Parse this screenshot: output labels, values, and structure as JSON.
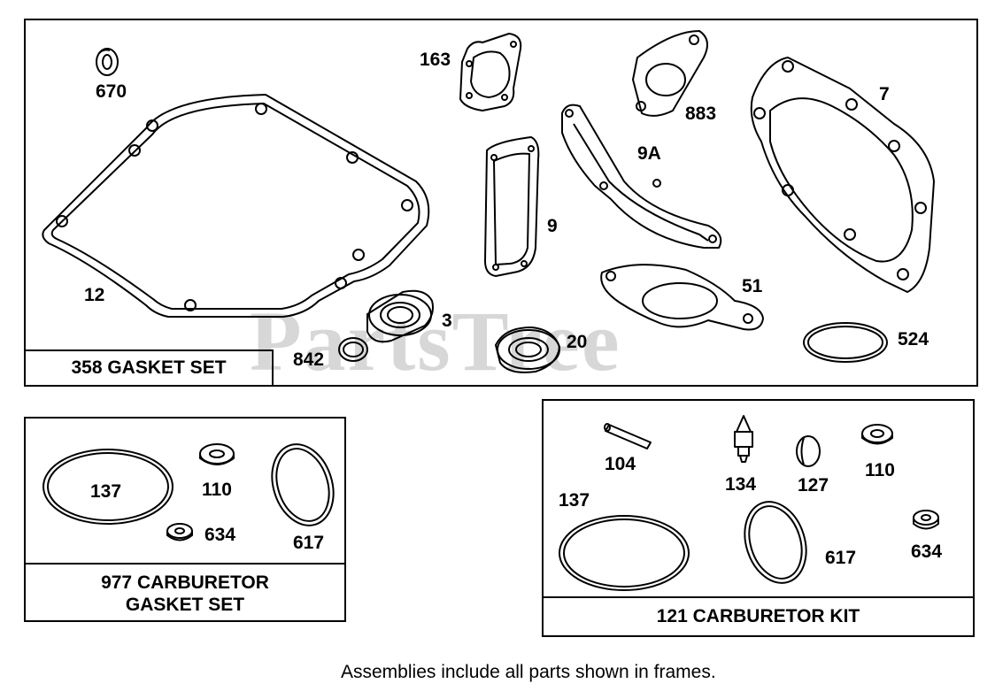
{
  "watermark": "PartsTree",
  "frames": {
    "gasket_set": {
      "title": "358 GASKET SET"
    },
    "carb_gasket_set": {
      "title_line1": "977 CARBURETOR",
      "title_line2": "GASKET SET"
    },
    "carb_kit": {
      "title": "121 CARBURETOR KIT"
    }
  },
  "parts": {
    "p670": "670",
    "p163": "163",
    "p883": "883",
    "p7": "7",
    "p9A": "9A",
    "p9": "9",
    "p12": "12",
    "p51": "51",
    "p3": "3",
    "p842": "842",
    "p20": "20",
    "p524": "524",
    "c137": "137",
    "c110": "110",
    "c634": "634",
    "c617": "617",
    "k104": "104",
    "k134": "134",
    "k127": "127",
    "k110": "110",
    "k137": "137",
    "k617": "617",
    "k634": "634"
  },
  "footer_note": "Assemblies include all parts shown in frames."
}
